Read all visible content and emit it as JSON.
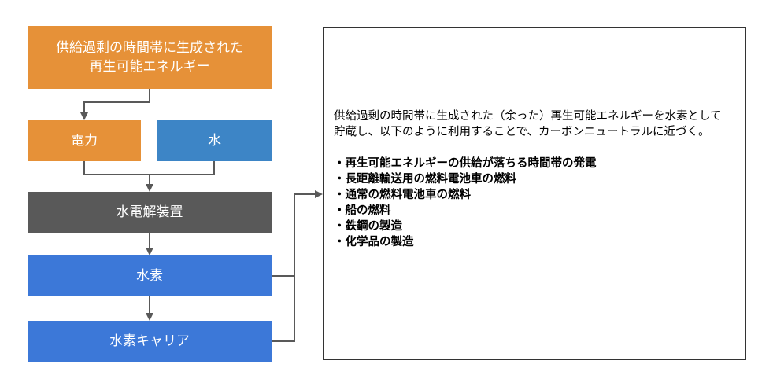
{
  "flow": {
    "source": {
      "line1": "供給過剰の時間帯に生成された",
      "line2": "再生可能エネルギー",
      "color": "#e69138"
    },
    "power": {
      "label": "電力",
      "color": "#e69138"
    },
    "water": {
      "label": "水",
      "color": "#3d85c6"
    },
    "electrolyzer": {
      "label": "水電解装置",
      "color": "#595959"
    },
    "hydrogen": {
      "label": "水素",
      "color": "#3c78d8"
    },
    "carrier": {
      "label": "水素キャリア",
      "color": "#3c78d8"
    }
  },
  "description": {
    "intro": "供給過剰の時間帯に生成された（余った）再生可能エネルギーを水素として貯蔵し、以下のように利用することで、カーボンニュートラルに近づく。",
    "uses": [
      "・再生可能エネルギーの供給が落ちる時間帯の発電",
      "・長距離輸送用の燃料電池車の燃料",
      "・通常の燃料電池車の燃料",
      "・船の燃料",
      "・鉄鋼の製造",
      "・化学品の製造"
    ]
  }
}
